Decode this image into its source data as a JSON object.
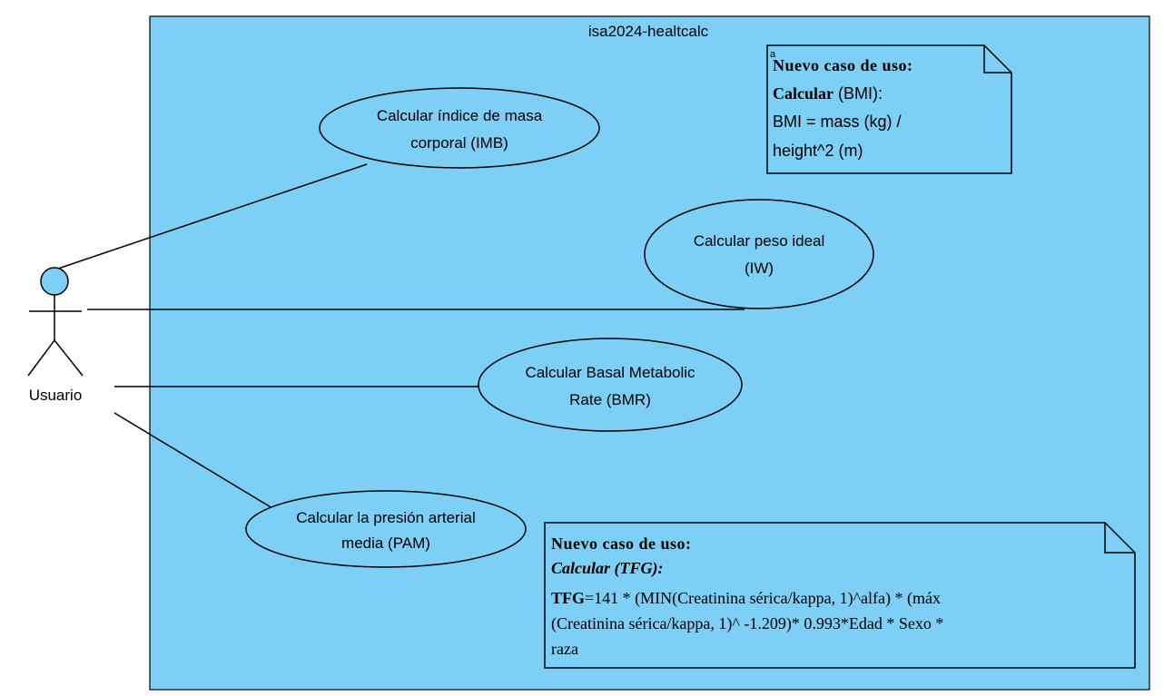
{
  "system": {
    "title": "isa2024-healtcalc"
  },
  "actor": {
    "label": "Usuario"
  },
  "use_cases": [
    {
      "line1": "Calcular índice de masa",
      "line2": "corporal (IMB)"
    },
    {
      "line1": "Calcular peso ideal",
      "line2": "(IW)"
    },
    {
      "line1": "Calcular Basal Metabolic",
      "line2": "Rate (BMR)"
    },
    {
      "line1": "Calcular la presión arterial",
      "line2": "media (PAM)"
    }
  ],
  "notes": {
    "bmi": {
      "corner_mark": "a",
      "heading": "Nuevo caso de uso:",
      "name_bold": "Calcular",
      "name_rest": " (BMI):",
      "formula_line1": "BMI = mass (kg) /",
      "formula_line2": "height^2 (m)"
    },
    "tfg": {
      "heading": "Nuevo caso de uso:",
      "name": "Calcular (TFG):",
      "formula_label": "TFG",
      "formula_line1": "=141 * (MIN(Creatinina sérica/kappa, 1)^alfa) * (máx",
      "formula_line2": "(Creatinina sérica/kappa, 1)^ -1.209)* 0.993*Edad * Sexo *",
      "formula_line3": "raza"
    }
  },
  "colors": {
    "system_fill": "#7DCFF5",
    "usecase_fill": "#7DCFF5",
    "note_fill": "#7DCFF5",
    "actor_head_fill": "#7DCFF5",
    "stroke": "#000000"
  }
}
